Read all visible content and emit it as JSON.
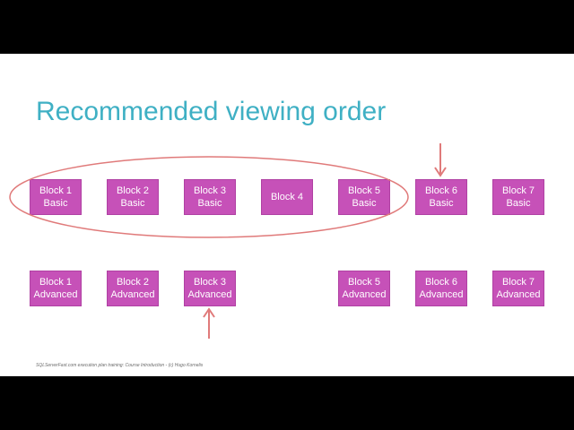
{
  "slide": {
    "title": "Recommended viewing order",
    "footer": "SQLServerFast.com execution plan training: Course Introduction - (c) Hugo Kornelis"
  },
  "blocks": {
    "basic": [
      {
        "line1": "Block 1",
        "line2": "Basic"
      },
      {
        "line1": "Block 2",
        "line2": "Basic"
      },
      {
        "line1": "Block 3",
        "line2": "Basic"
      },
      {
        "line1": "Block 4",
        "line2": ""
      },
      {
        "line1": "Block 5",
        "line2": "Basic"
      },
      {
        "line1": "Block 6",
        "line2": "Basic"
      },
      {
        "line1": "Block 7",
        "line2": "Basic"
      }
    ],
    "advanced": [
      {
        "line1": "Block 1",
        "line2": "Advanced"
      },
      {
        "line1": "Block 2",
        "line2": "Advanced"
      },
      {
        "line1": "Block 3",
        "line2": "Advanced"
      },
      {
        "line1": "Block 5",
        "line2": "Advanced"
      },
      {
        "line1": "Block 6",
        "line2": "Advanced"
      },
      {
        "line1": "Block 7",
        "line2": "Advanced"
      }
    ]
  },
  "colors": {
    "block_fill": "#c651b8",
    "title": "#3fb0c4",
    "annotation": "#e07a7a"
  }
}
